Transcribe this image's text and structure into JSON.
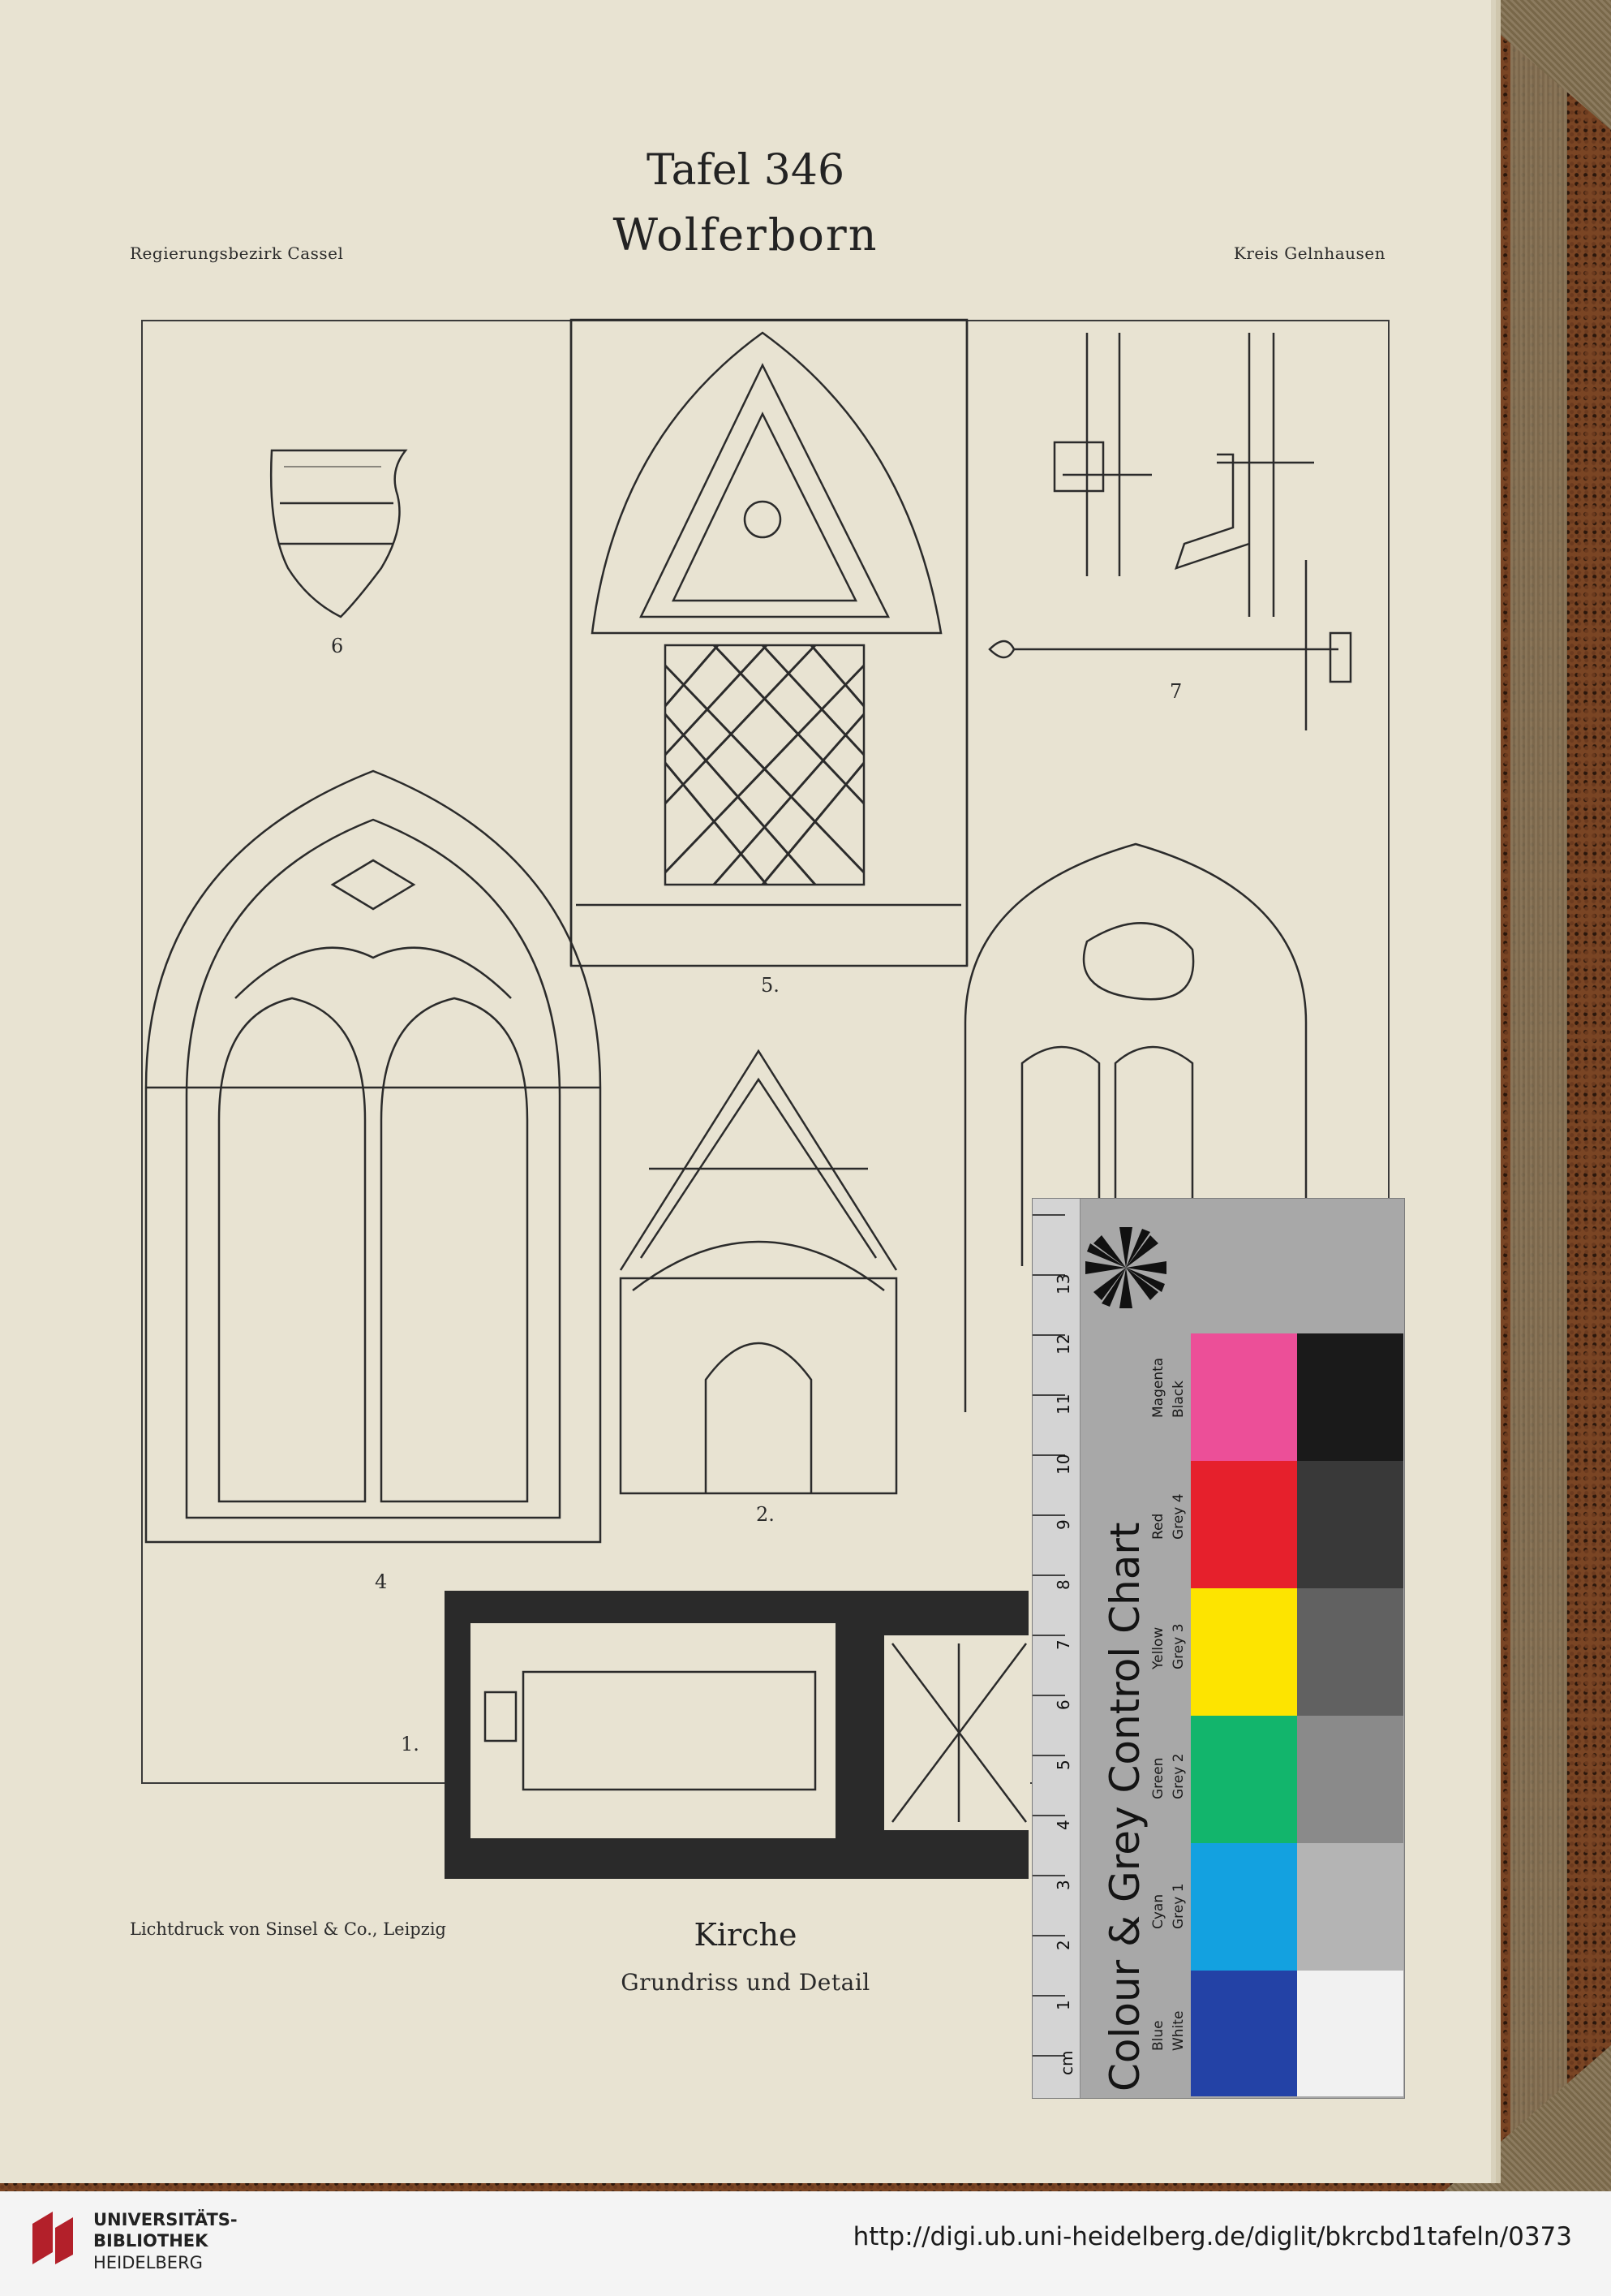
{
  "header": {
    "plate": "Tafel 346",
    "place": "Wolferborn",
    "region": "Regierungsbezirk Cassel",
    "district": "Kreis Gelnhausen"
  },
  "figures": {
    "n1": "1.",
    "n2": "2.",
    "n4": "4",
    "n5": "5.",
    "n6": "6",
    "n7": "7"
  },
  "captions": {
    "main": "Kirche",
    "sub": "Grundriss und Detail",
    "printer": "Lichtdruck von Sinsel & Co., Leipzig"
  },
  "control_chart": {
    "title": "Colour & Grey Control Chart",
    "unit": "cm",
    "ruler_numbers": [
      "1",
      "2",
      "3",
      "4",
      "5",
      "6",
      "7",
      "8",
      "9",
      "10",
      "11",
      "12",
      "13"
    ],
    "colour_labels": [
      "Blue",
      "Cyan",
      "Green",
      "Yellow",
      "Red",
      "Magenta"
    ],
    "grey_labels": [
      "White",
      "Grey 1",
      "Grey 2",
      "Grey 3",
      "Grey 4",
      "Black"
    ],
    "colour_hex": [
      "#2342a6",
      "#13a1e0",
      "#12b56c",
      "#fde400",
      "#e6202c",
      "#ec4f98"
    ],
    "grey_hex": [
      "#f1f1f1",
      "#b4b4b4",
      "#8a8a8a",
      "#616161",
      "#393939",
      "#1a1a1a"
    ]
  },
  "footer": {
    "logo_line1": "UNIVERSITÄTS-",
    "logo_line2": "BIBLIOTHEK",
    "logo_line3": "HEIDELBERG",
    "url": "http://digi.ub.uni-heidelberg.de/diglit/bkrcbd1tafeln/0373"
  }
}
